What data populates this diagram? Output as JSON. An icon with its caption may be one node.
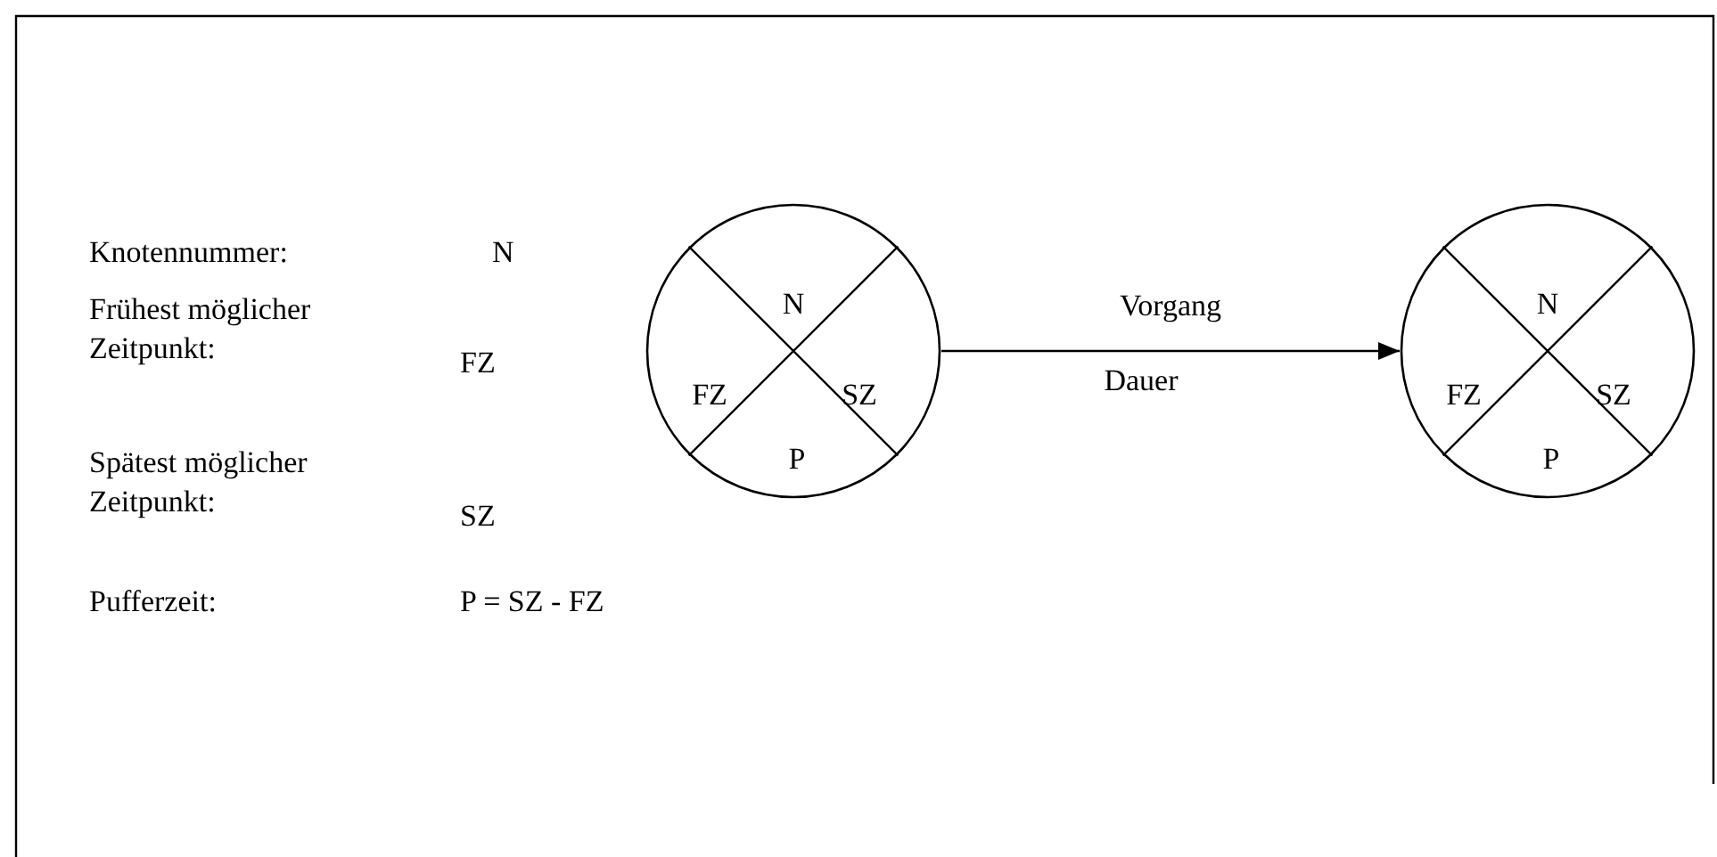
{
  "diagram": {
    "nodes": [
      {
        "text": [
          "N",
          "FZ",
          "SZ",
          "P"
        ]
      },
      {
        "text": [
          "N",
          "FZ",
          "SZ",
          "P"
        ]
      }
    ],
    "edges": [
      {
        "from": 0,
        "to": 1,
        "arrow": "to",
        "label": "Vorgang"
      }
    ],
    "labels": [
      "Knotennummer:",
      "N",
      "Frühest möglicher Zeitpunkt:",
      "FZ",
      "Spätest möglicher Zeitpunkt:",
      "SZ",
      "Pufferzeit:",
      "P = SZ - FZ",
      "Dauer"
    ]
  }
}
